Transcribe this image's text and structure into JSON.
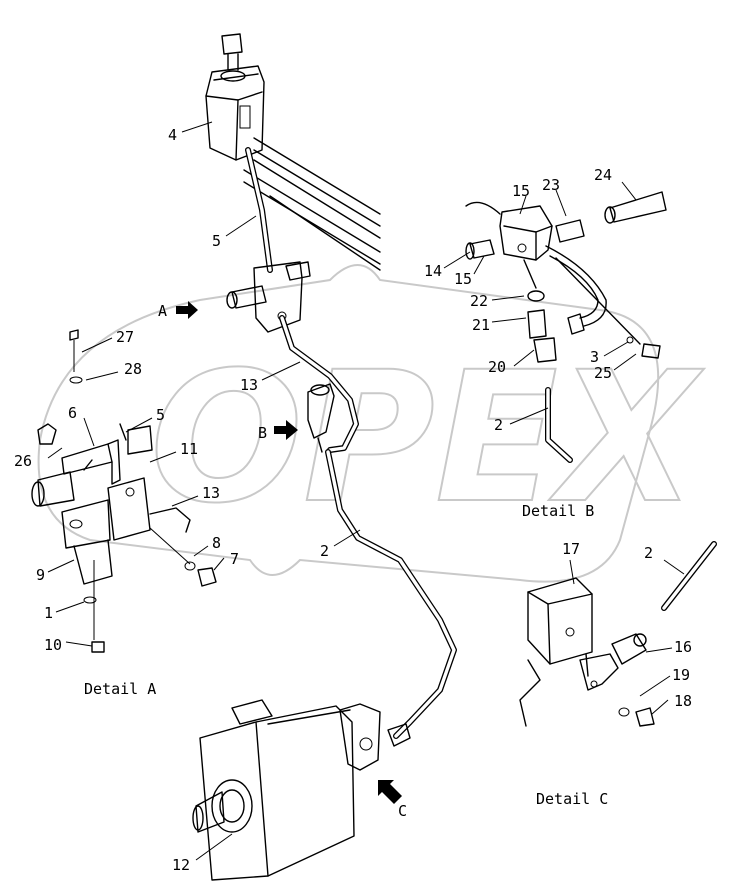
{
  "diagram": {
    "watermark_text": "OPEX",
    "view_labels": [
      "A",
      "B",
      "C"
    ],
    "detail_captions": {
      "a": "Detail A",
      "b": "Detail B",
      "c": "Detail C"
    },
    "part_numbers": {
      "p4": "4",
      "p5_main": "5",
      "p13_main": "13",
      "p2_main": "2",
      "p12": "12",
      "p27": "27",
      "p28": "28",
      "p6": "6",
      "p5_a": "5",
      "p26": "26",
      "p11": "11",
      "p13_a": "13",
      "p8": "8",
      "p7": "7",
      "p9": "9",
      "p1": "1",
      "p10": "10",
      "p15_top": "15",
      "p23": "23",
      "p24": "24",
      "p14": "14",
      "p15_low": "15",
      "p22": "22",
      "p21": "21",
      "p3": "3",
      "p25": "25",
      "p20": "20",
      "p2_b": "2",
      "p17": "17",
      "p2_c": "2",
      "p16": "16",
      "p19": "19",
      "p18": "18"
    }
  }
}
